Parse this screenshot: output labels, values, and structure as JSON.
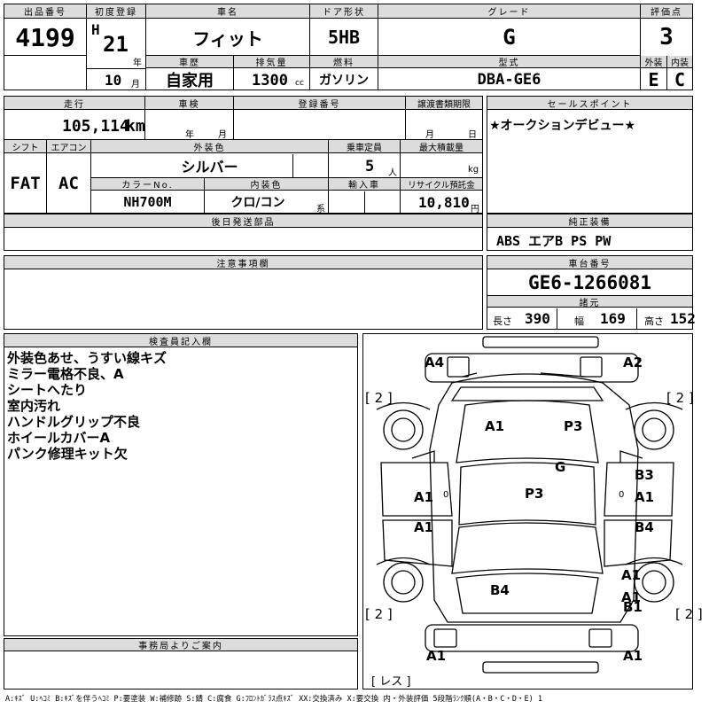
{
  "lot": {
    "label": "出品番号",
    "value": "4199"
  },
  "first_reg": {
    "label": "初度登録",
    "era": "H",
    "year": "21",
    "year_unit": "年",
    "month": "10",
    "month_unit": "月"
  },
  "car_name": {
    "label": "車名",
    "value": "フィット"
  },
  "door": {
    "label": "ドア形状",
    "value": "5HB"
  },
  "grade": {
    "label": "グレード",
    "value": "G"
  },
  "score": {
    "label": "評価点",
    "value": "3"
  },
  "history": {
    "label": "車歴",
    "value": "自家用"
  },
  "displacement": {
    "label": "排気量",
    "value": "1300",
    "unit": "cc"
  },
  "fuel": {
    "label": "燃料",
    "value": "ガソリン"
  },
  "model": {
    "label": "型式",
    "value": "DBA-GE6"
  },
  "ext_grade": {
    "label": "外装",
    "value": "E"
  },
  "int_grade": {
    "label": "内装",
    "value": "C"
  },
  "mileage": {
    "label": "走行",
    "value": "105,114",
    "unit": "km"
  },
  "inspection": {
    "label": "車検",
    "year_unit": "年",
    "month_unit": "月"
  },
  "reg_no": {
    "label": "登録番号"
  },
  "transfer": {
    "label": "譲渡書類期限",
    "month_unit": "月",
    "day_unit": "日"
  },
  "sales_point": {
    "label": "セールスポイント",
    "value": "★オークションデビュー★"
  },
  "shift": {
    "label": "シフト",
    "value": "FAT"
  },
  "ac": {
    "label": "エアコン",
    "value": "AC"
  },
  "ext_color": {
    "label": "外装色",
    "value": "シルバー"
  },
  "capacity": {
    "label": "乗車定員",
    "value": "5",
    "unit": "人"
  },
  "load": {
    "label": "最大積載量",
    "unit": "kg"
  },
  "color_no": {
    "label": "カラーNo.",
    "value": "NH700M"
  },
  "int_color": {
    "label": "内装色",
    "value": "クロ/コン",
    "unit": "系"
  },
  "import": {
    "label": "輸入車"
  },
  "recycle": {
    "label": "リサイクル預託金",
    "value": "10,810",
    "unit": "円"
  },
  "later_parts": {
    "label": "後日発送部品"
  },
  "equipment": {
    "label": "純正装備",
    "value": "ABS エアB PS PW"
  },
  "notes": {
    "label": "注意事項欄"
  },
  "chassis": {
    "label": "車台番号",
    "value": "GE6-1266081"
  },
  "specs": {
    "label": "諸元",
    "length_label": "長さ",
    "length": "390",
    "width_label": "幅",
    "width": "169",
    "height_label": "高さ",
    "height": "152"
  },
  "inspector": {
    "label": "検査員記入欄",
    "lines": [
      "外装色あせ、うすい線キズ",
      "ミラー電格不良、A",
      "シートへたり",
      "室内汚れ",
      "ハンドルグリップ不良",
      "ホイールカバーA",
      "パンク修理キット欠"
    ]
  },
  "office": {
    "label": "事務局よりご案内"
  },
  "diagram": {
    "marks": [
      "A4",
      "A2",
      "[ 2 ]",
      "[ 2 ]",
      "A1",
      "P3",
      "G",
      "B3",
      "A1",
      "P3",
      "A1",
      "A1",
      "B4",
      "A1",
      "B4",
      "A1",
      "[ 2 ]",
      "B1",
      "[ 2 ]",
      "A1",
      "A1",
      "[ レス ]"
    ],
    "small_zero": "0"
  },
  "legend": "A:ｷｽﾞ U:ﾍｺﾐ B:ｷｽﾞを伴うﾍｺﾐ P:要塗装 W:補修跡 S:錆 C:腐食 G:ﾌﾛﾝﾄｶﾞﾗｽ点ｷｽﾞ XX:交換済み X:要交換 内・外装評価 5段階ﾗﾝｸ順(A・B・C・D・E) 1"
}
